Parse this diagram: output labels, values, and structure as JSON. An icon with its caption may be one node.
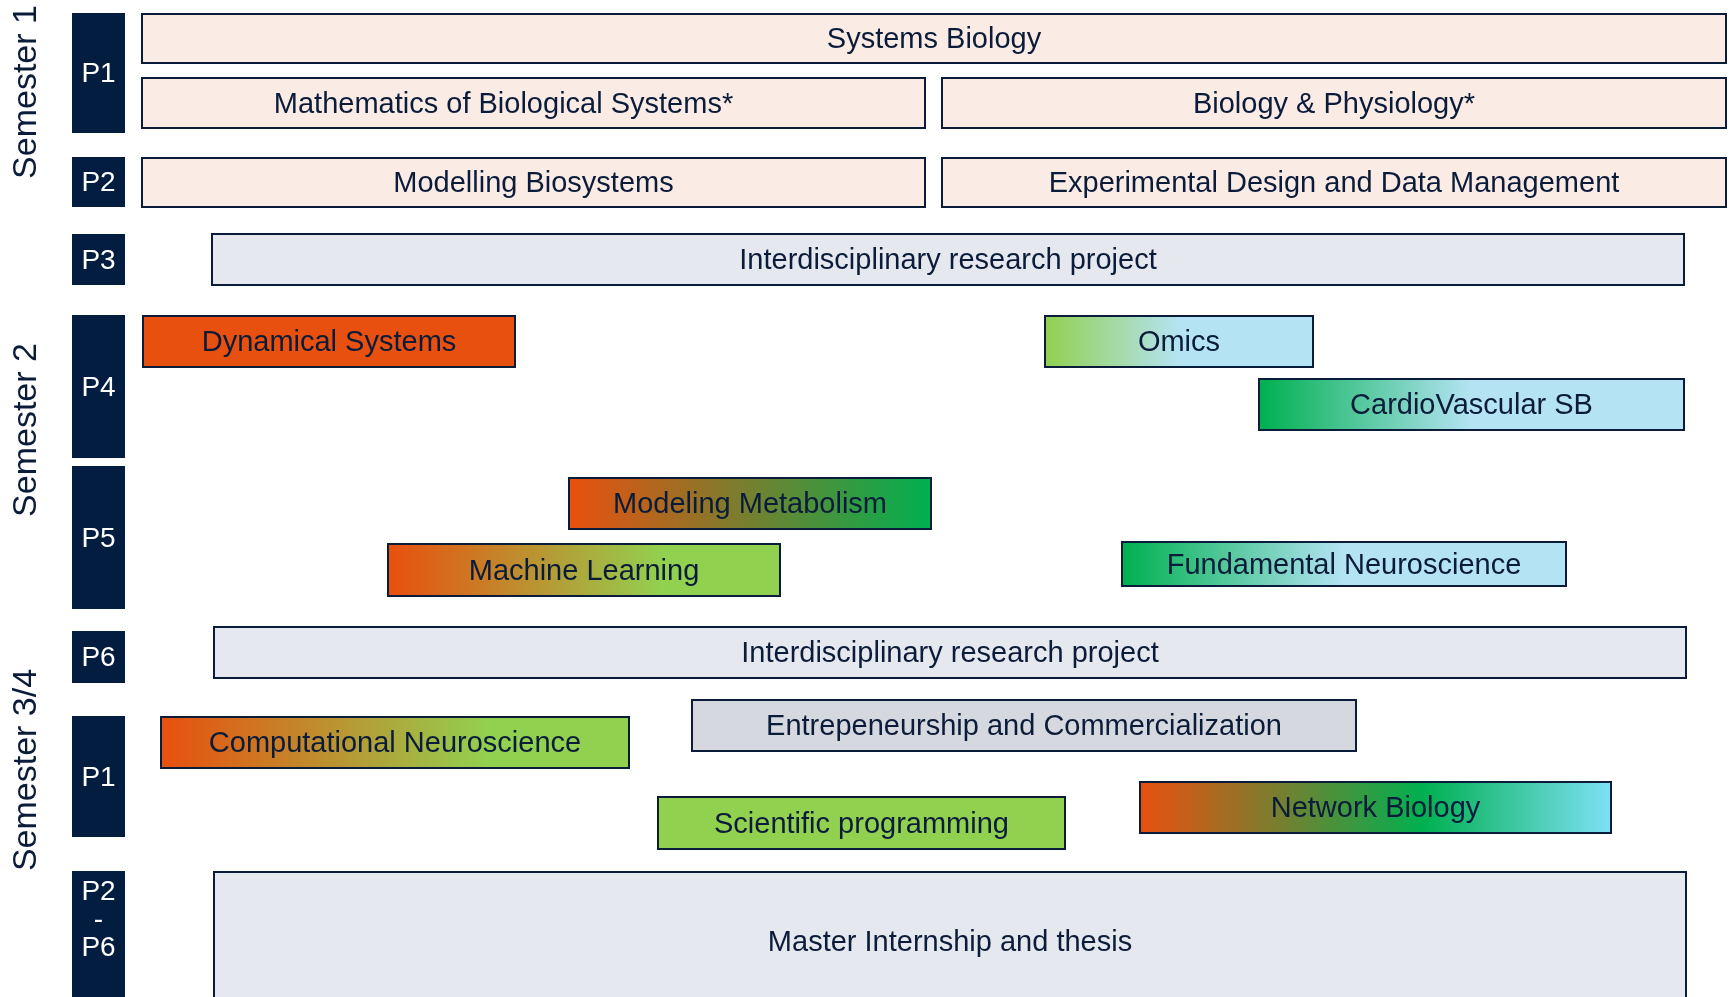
{
  "diagram": {
    "nodes": [
      {
        "text": [
          "P1"
        ]
      },
      {
        "text": [
          "P2"
        ]
      },
      {
        "text": [
          "P3"
        ]
      },
      {
        "text": [
          "P4"
        ]
      },
      {
        "text": [
          "P5"
        ]
      },
      {
        "text": [
          "P6"
        ]
      },
      {
        "text": [
          "P1"
        ]
      },
      {
        "text": [
          "P2 - P6"
        ]
      },
      {
        "text": [
          "Systems Biology"
        ]
      },
      {
        "text": [
          "Mathematics of Biological Systems*"
        ]
      },
      {
        "text": [
          "Biology & Physiology*"
        ]
      },
      {
        "text": [
          "Modelling Biosystems"
        ]
      },
      {
        "text": [
          "Experimental Design and Data Management"
        ]
      },
      {
        "text": [
          "Interdisciplinary research project"
        ]
      },
      {
        "text": [
          "Dynamical Systems"
        ]
      },
      {
        "text": [
          "Omics"
        ]
      },
      {
        "text": [
          "CardioVascular SB"
        ]
      },
      {
        "text": [
          "Modeling Metabolism"
        ]
      },
      {
        "text": [
          "Machine Learning"
        ]
      },
      {
        "text": [
          "Fundamental Neuroscience"
        ]
      },
      {
        "text": [
          "Interdisciplinary research project"
        ]
      },
      {
        "text": [
          "Entrepeneurship and Commercialization"
        ]
      },
      {
        "text": [
          "Computational Neuroscience"
        ]
      },
      {
        "text": [
          "Network Biology"
        ]
      },
      {
        "text": [
          "Scientific programming"
        ]
      },
      {
        "text": [
          "Master Internship and thesis"
        ]
      }
    ],
    "labels": [
      "Semester 1",
      "Semester 2",
      "Semester 3/4"
    ]
  }
}
